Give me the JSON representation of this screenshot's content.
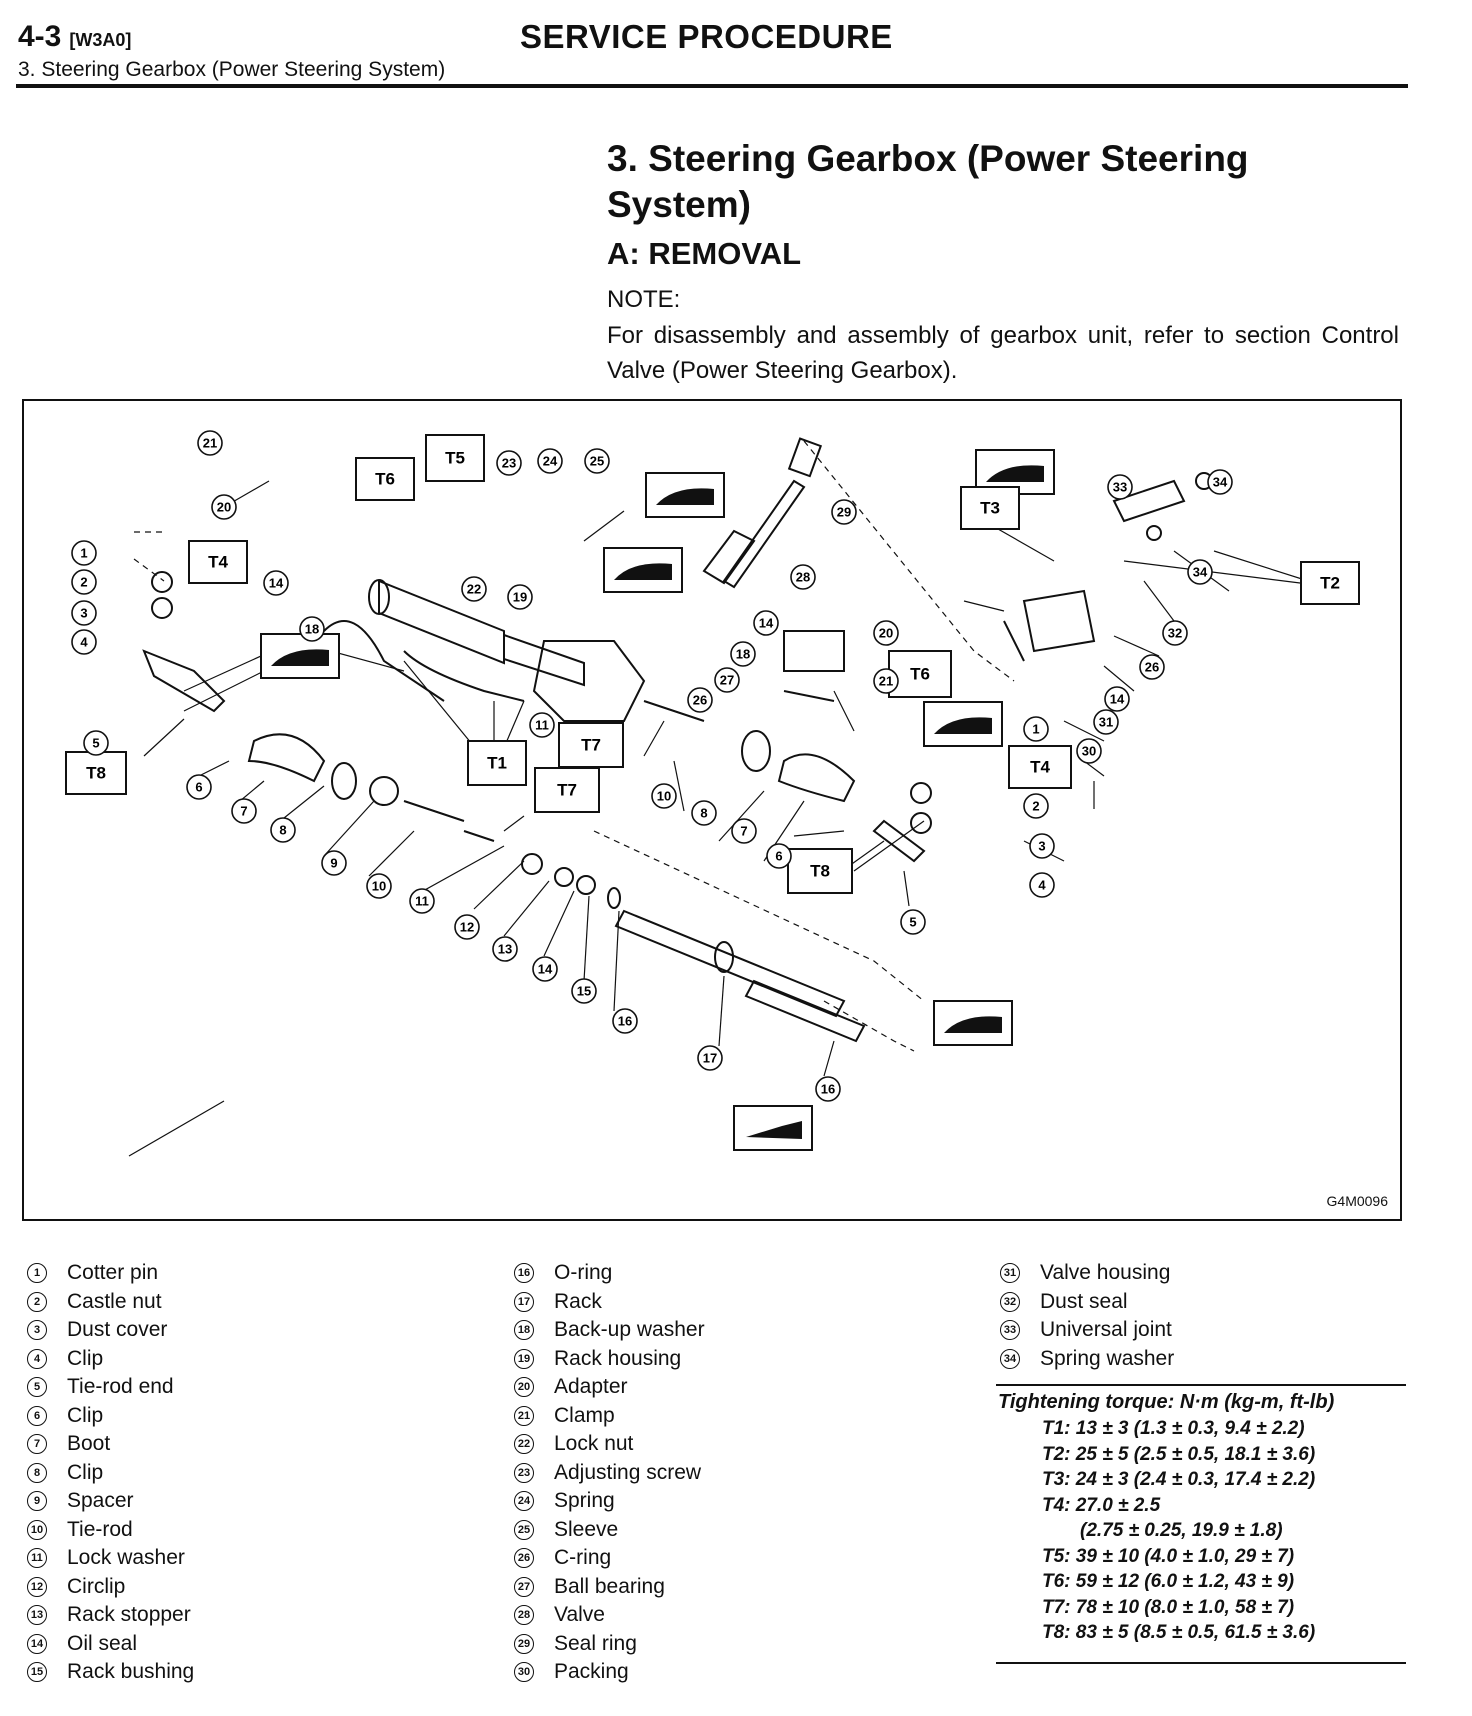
{
  "header": {
    "page_code": "4-3",
    "page_ref": "[W3A0]",
    "title": "SERVICE PROCEDURE",
    "subtitle": "3. Steering Gearbox (Power Steering System)"
  },
  "section": {
    "title": "3. Steering Gearbox (Power Steering System)",
    "subtitle": "A: REMOVAL",
    "note_label": "NOTE:",
    "note_text": "For disassembly and assembly of gearbox unit, refer to section Control Valve (Power Steering Gearbox)."
  },
  "figure": {
    "code": "G4M0096",
    "torque_labels": [
      "T1",
      "T2",
      "T3",
      "T4",
      "T5",
      "T6",
      "T7",
      "T8"
    ]
  },
  "legend": [
    {
      "num": "1",
      "label": "Cotter pin"
    },
    {
      "num": "2",
      "label": "Castle nut"
    },
    {
      "num": "3",
      "label": "Dust cover"
    },
    {
      "num": "4",
      "label": "Clip"
    },
    {
      "num": "5",
      "label": "Tie-rod end"
    },
    {
      "num": "6",
      "label": "Clip"
    },
    {
      "num": "7",
      "label": "Boot"
    },
    {
      "num": "8",
      "label": "Clip"
    },
    {
      "num": "9",
      "label": "Spacer"
    },
    {
      "num": "10",
      "label": "Tie-rod"
    },
    {
      "num": "11",
      "label": "Lock washer"
    },
    {
      "num": "12",
      "label": "Circlip"
    },
    {
      "num": "13",
      "label": "Rack stopper"
    },
    {
      "num": "14",
      "label": "Oil seal"
    },
    {
      "num": "15",
      "label": "Rack bushing"
    },
    {
      "num": "16",
      "label": "O-ring"
    },
    {
      "num": "17",
      "label": "Rack"
    },
    {
      "num": "18",
      "label": "Back-up washer"
    },
    {
      "num": "19",
      "label": "Rack housing"
    },
    {
      "num": "20",
      "label": "Adapter"
    },
    {
      "num": "21",
      "label": "Clamp"
    },
    {
      "num": "22",
      "label": "Lock nut"
    },
    {
      "num": "23",
      "label": "Adjusting screw"
    },
    {
      "num": "24",
      "label": "Spring"
    },
    {
      "num": "25",
      "label": "Sleeve"
    },
    {
      "num": "26",
      "label": "C-ring"
    },
    {
      "num": "27",
      "label": "Ball bearing"
    },
    {
      "num": "28",
      "label": "Valve"
    },
    {
      "num": "29",
      "label": "Seal ring"
    },
    {
      "num": "30",
      "label": "Packing"
    },
    {
      "num": "31",
      "label": "Valve housing"
    },
    {
      "num": "32",
      "label": "Dust seal"
    },
    {
      "num": "33",
      "label": "Universal joint"
    },
    {
      "num": "34",
      "label": "Spring washer"
    }
  ],
  "torque": {
    "title": "Tightening torque: N·m (kg-m, ft-lb)",
    "lines": [
      "T1: 13 ± 3 (1.3 ± 0.3, 9.4 ± 2.2)",
      "T2: 25 ± 5 (2.5 ± 0.5, 18.1 ± 3.6)",
      "T3: 24 ± 3 (2.4 ± 0.3, 17.4 ± 2.2)",
      "T4: 27.0 ± 2.5",
      "(2.75 ± 0.25, 19.9 ± 1.8)",
      "T5: 39 ± 10 (4.0 ± 1.0, 29 ± 7)",
      "T6: 59 ± 12 (6.0 ± 1.2, 43 ± 9)",
      "T7: 78 ± 10 (8.0 ± 1.0, 58 ± 7)",
      "T8: 83 ± 5 (8.5 ± 0.5, 61.5 ± 3.6)"
    ]
  }
}
